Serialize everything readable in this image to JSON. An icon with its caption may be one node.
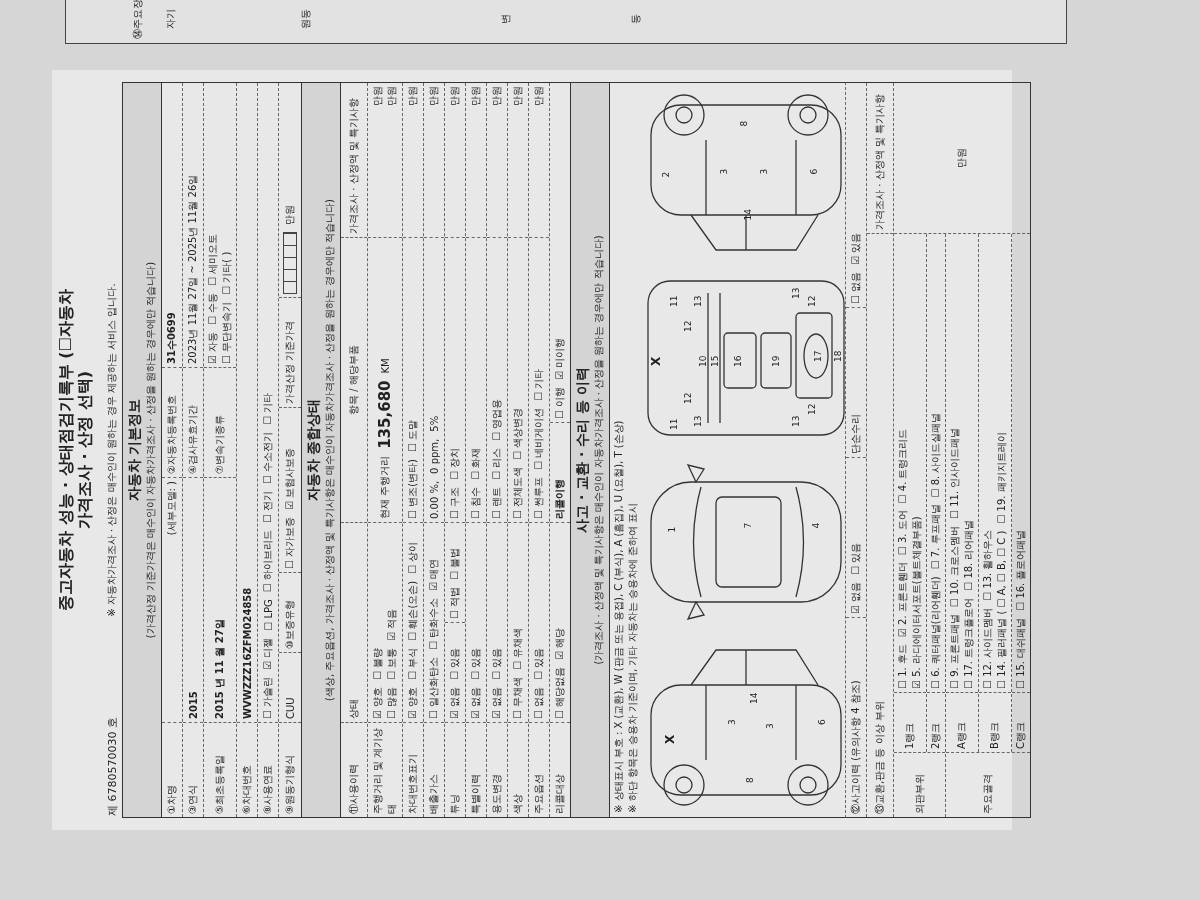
{
  "diagram": {
    "title": "중고자동차 성능 · 상태점검기록부 (☐자동차가격조사 · 산정 선택)",
    "labels": [
      "제 6780570030 호",
      "※ 자동차가격조사 · 산정은 매수인이 원하는 경우 제공하는 서비스 입니다.",
      "자동차 기본정보",
      "(가격산정 기준가격은 매수인이 자동차가격조사 · 산정을 원하는 경우에만 적습니다)",
      "①차명",
      "(세부모델: )",
      "②자동차등록번호",
      "31수0699",
      "③연식",
      "2015",
      "④검사유효기간",
      "2023년 11월 27일 ~ 2025년 11월 26일",
      "⑤최초등록일",
      "2015 년 11 월 27일",
      "⑦변속기종류",
      "☑ 자동",
      "☐ 수동",
      "☐ 세미오토",
      "☐ 무단변속기",
      "☐ 기타( )",
      "⑥차대번호",
      "WVWZZZ16ZFM024858",
      "⑧사용연료",
      "☐ 가솔린",
      "☑ 디젤",
      "☐ LPG",
      "☐ 하이브리드",
      "☐ 전기",
      "☐ 수소전기",
      "☐ 기타",
      "⑨원동기형식",
      "CUU",
      "⑩보증유형",
      "☐ 자가보증",
      "☑ 보험사보증",
      "가격산정 기준가격",
      "만원",
      "자동차 종합상태",
      "(색상, 주요옵션, 가격조사 · 산정액 및 특기사항은 매수인이 자동차가격조사 · 산정을 원하는 경우에만 적습니다)",
      "⑪사용이력",
      "상태",
      "항목 / 해당부품",
      "가격조사 · 산정액 및 특기사항",
      "주행거리 및 계기상태",
      "☑ 양호",
      "☐ 불량",
      "☐ 많음",
      "☐ 보통",
      "☑ 적음",
      "현재 주행거리",
      "135,680",
      "KM",
      "만원",
      "만원",
      "차대번호표기",
      "☑ 양호",
      "☐ 부식",
      "☐ 훼손(오손)",
      "☐ 상이",
      "☐ 변조(변타)",
      "☐ 도말",
      "만원",
      "배출가스",
      "☐ 일산화탄소",
      "☐ 탄화수소",
      "☑ 매연",
      "0.00 %,",
      "0 ppm,",
      "5%",
      "만원",
      "튜닝",
      "☑ 없음",
      "☐ 있음",
      "☐ 적법",
      "☐ 불법",
      "☐ 구조",
      "☐ 장치",
      "만원",
      "특별이력",
      "☑ 없음",
      "☐ 있음",
      "☐ 침수",
      "☐ 화재",
      "만원",
      "용도변경",
      "☑ 없음",
      "☐ 있음",
      "☐ 렌트",
      "☐ 리스",
      "☐ 영업용",
      "만원",
      "색상",
      "☐ 무채색",
      "☐ 유채색",
      "☐ 전체도색",
      "☐ 색상변경",
      "만원",
      "주요옵션",
      "☐ 없음",
      "☐ 있음",
      "☐ 썬루프",
      "☐ 네비게이션",
      "☐ 기타",
      "만원",
      "리콜대상",
      "☐ 해당없음",
      "☑ 해당",
      "리콜이행",
      "☐ 이행",
      "☑ 미이행",
      "사고 · 교환 · 수리 등 이력",
      "(가격조사 · 산정액 및 특기사항은 매수인이 자동차가격조사 · 산정을 원하는 경우에만 적습니다)",
      "※ 상태표시 부호 : X (교환), W (판금 또는 용접), C (부식), A (흠집), U (요철), T (손상)",
      "※ 하단 항목은 승용차 기준이며, 기타 자동차는 승용차에 준하여 표시",
      "X",
      "3",
      "3",
      "14",
      "8",
      "6",
      "1",
      "7",
      "4",
      "X",
      "11",
      "11",
      "12",
      "12",
      "13",
      "13",
      "10",
      "15",
      "16",
      "19",
      "13",
      "13",
      "12",
      "12",
      "17",
      "18",
      "2",
      "3",
      "3",
      "8",
      "14",
      "6",
      "⑫사고이력 (유의사항 4 참조)",
      "☑ 없음",
      "☐ 있음",
      "단순수리",
      "☐ 없음",
      "☑ 있음",
      "⑬교환,판금 등 이상 부위",
      "가격조사 · 산정액 및 특기사항",
      "외판부위",
      "1랭크",
      "☐ 1. 후드",
      "☑ 2. 프론트휀더",
      "☐ 3. 도어",
      "☐ 4. 트렁크리드",
      "☑ 5. 라디에이터서포트(볼트체결부품)",
      "2랭크",
      "☐ 6. 쿼터패널(리어휀더)",
      "☐ 7. 루프패널",
      "☐ 8. 사이드실패널",
      "주요골격",
      "A랭크",
      "☐ 9. 프론트패널",
      "☐ 10. 크로스멤버",
      "☐ 11. 인사이드패널",
      "☐ 17. 트렁크플로어",
      "☐ 18. 리어패널",
      "B랭크",
      "☐ 12. 사이드멤버",
      "☐ 13. 휠하우스",
      "☐ 14. 필러패널 ( ☐ A, ☐ B, ☐ C )",
      "☐ 19. 패키지트레이",
      "C랭크",
      "☐ 15. 대쉬패널",
      "☐ 16. 플로어패널",
      "만원",
      "⑭주요장",
      "자기",
      "원동",
      "변",
      "동"
    ]
  }
}
